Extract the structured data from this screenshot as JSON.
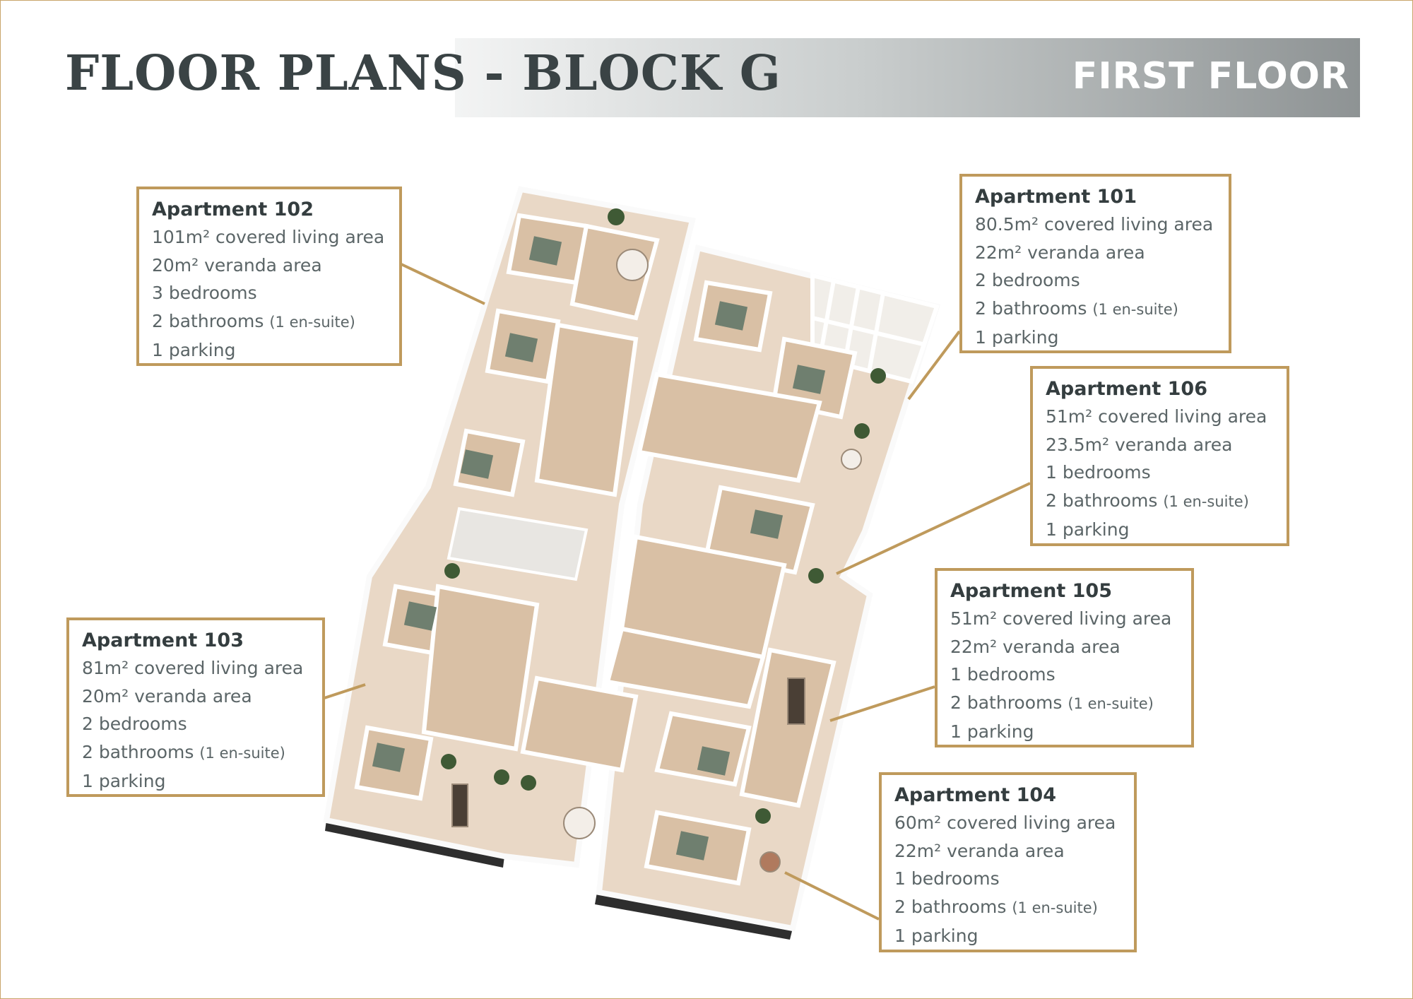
{
  "header": {
    "title": "FLOOR PLANS - BLOCK G",
    "floor": "FIRST FLOOR"
  },
  "colors": {
    "gold": "#bf9a5c",
    "text": "#343d3f",
    "wall": "#3b3b3b",
    "floor": "#ead9c8"
  },
  "apartments": [
    {
      "id": "102",
      "title": "Apartment 102",
      "covered": "101m² covered living area",
      "veranda": "20m² veranda area",
      "bedrooms": "3 bedrooms",
      "bathrooms": "2 bathrooms",
      "ensuite": "(1 en-suite)",
      "parking": "1 parking"
    },
    {
      "id": "101",
      "title": "Apartment 101",
      "covered": "80.5m² covered living area",
      "veranda": "22m² veranda area",
      "bedrooms": "2 bedrooms",
      "bathrooms": "2 bathrooms",
      "ensuite": "(1 en-suite)",
      "parking": "1 parking"
    },
    {
      "id": "106",
      "title": "Apartment 106",
      "covered": "51m² covered living area",
      "veranda": "23.5m² veranda area",
      "bedrooms": "1 bedrooms",
      "bathrooms": "2 bathrooms",
      "ensuite": "(1 en-suite)",
      "parking": "1 parking"
    },
    {
      "id": "105",
      "title": "Apartment 105",
      "covered": "51m² covered living area",
      "veranda": "22m² veranda area",
      "bedrooms": "1 bedrooms",
      "bathrooms": "2 bathrooms",
      "ensuite": "(1 en-suite)",
      "parking": "1 parking"
    },
    {
      "id": "104",
      "title": "Apartment 104",
      "covered": "60m² covered living area",
      "veranda": "22m² veranda area",
      "bedrooms": "1 bedrooms",
      "bathrooms": "2 bathrooms",
      "ensuite": "(1 en-suite)",
      "parking": "1 parking"
    },
    {
      "id": "103",
      "title": "Apartment 103",
      "covered": "81m² covered living area",
      "veranda": "20m² veranda area",
      "bedrooms": "2 bedrooms",
      "bathrooms": "2 bathrooms",
      "ensuite": "(1 en-suite)",
      "parking": "1 parking"
    }
  ]
}
